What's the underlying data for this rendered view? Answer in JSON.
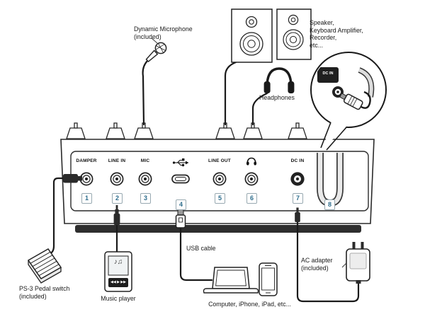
{
  "diagram": {
    "labels": {
      "dynamic_microphone": "Dynamic Microphone\n(included)",
      "speaker_group": "Speaker,\nKeyboard Amplifier,\nRecorder,\netc...",
      "headphones": "Headphones",
      "usb_cable": "USB cable",
      "pedal_switch": "PS-3 Pedal switch\n(included)",
      "music_player": "Music player",
      "computer_devices": "Computer, iPhone, iPad, etc...",
      "ac_adapter": "AC adapter\n(included)"
    },
    "ports": [
      {
        "num": "1",
        "label": "DAMPER",
        "icon": "phone-jack"
      },
      {
        "num": "2",
        "label": "LINE IN",
        "icon": "phone-jack"
      },
      {
        "num": "3",
        "label": "MIC",
        "icon": "phone-jack"
      },
      {
        "num": "4",
        "label": "",
        "icon": "usb-icon"
      },
      {
        "num": "5",
        "label": "LINE OUT",
        "icon": "phone-jack"
      },
      {
        "num": "6",
        "label": "",
        "icon": "headphones-icon"
      },
      {
        "num": "7",
        "label": "DC IN",
        "icon": "dc-jack"
      },
      {
        "num": "8",
        "label": "",
        "icon": "cable-hook"
      }
    ],
    "inset": {
      "port_label": "DC IN"
    },
    "music_player": {
      "screen_glyphs": "♪♫",
      "controls_glyphs": "◀◀ ▶ ▶▶"
    },
    "colors": {
      "line": "#1a1a1a",
      "number": "#2c6c8c"
    }
  }
}
